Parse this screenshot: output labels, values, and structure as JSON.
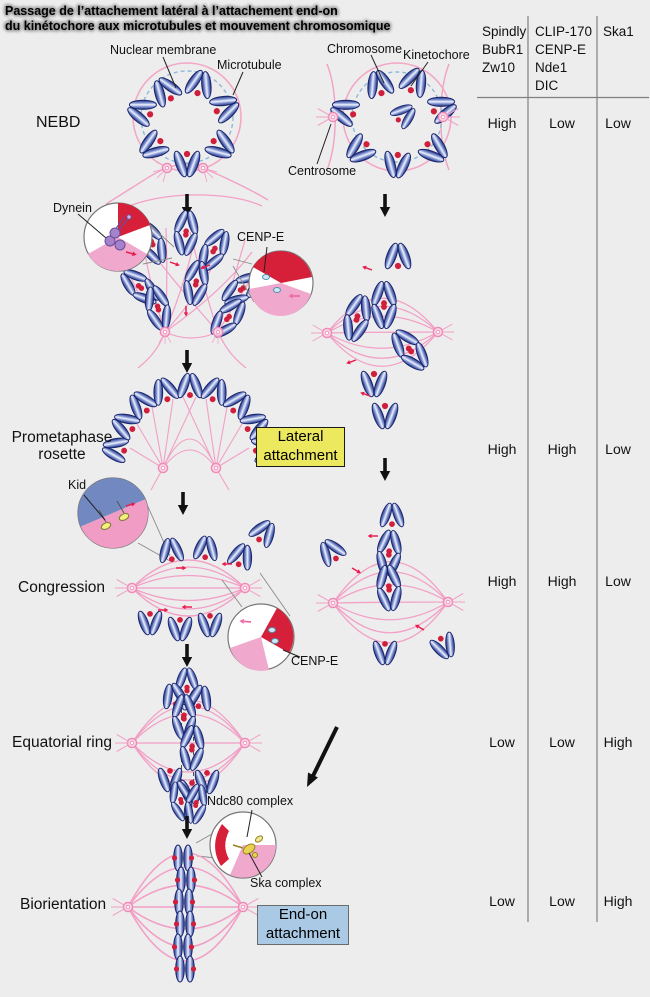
{
  "title": {
    "line1": "Passage de l’attachement latéral à l’attachement end-on",
    "line2": "du kinétochore aux microtubules et mouvement chromosomique"
  },
  "stages": [
    "NEBD",
    "Prometaphase rosette",
    "Congression",
    "Equatorial ring",
    "Biorientation"
  ],
  "annotations": {
    "nuclear_membrane": "Nuclear membrane",
    "microtubule": "Microtubule",
    "chromosome": "Chromosome",
    "kinetochore": "Kinetochore",
    "centrosome": "Centrosome",
    "dynein": "Dynein",
    "cenp_e": "CENP-E",
    "kid": "Kid",
    "ndc80": "Ndc80 complex",
    "ska": "Ska complex"
  },
  "callouts": {
    "lateral": "Lateral attachment",
    "end_on": "End-on attachment"
  },
  "table": {
    "col1": [
      "Spindly",
      "BubR1",
      "Zw10"
    ],
    "col2": [
      "CLIP-170",
      "CENP-E",
      "Nde1",
      "DIC"
    ],
    "col3": [
      "Ska1"
    ],
    "rows": [
      [
        "High",
        "Low",
        "Low"
      ],
      [
        "High",
        "High",
        "Low"
      ],
      [
        "High",
        "High",
        "Low"
      ],
      [
        "Low",
        "Low",
        "High"
      ],
      [
        "Low",
        "Low",
        "High"
      ]
    ]
  },
  "colors": {
    "background": "#ededed",
    "chromosome_navy": "#2a3a8e",
    "kinetochore_red": "#cf1f3c",
    "microtubule_pink": "#f2a0c5",
    "lateral_box": "#ece95f",
    "end_on_box": "#a9c9e4",
    "magnifier_red": "#d6203a",
    "magnifier_pink": "#f0a8cc",
    "kid_blue": "#7288c0",
    "dynein_purple": "#a583cc"
  }
}
